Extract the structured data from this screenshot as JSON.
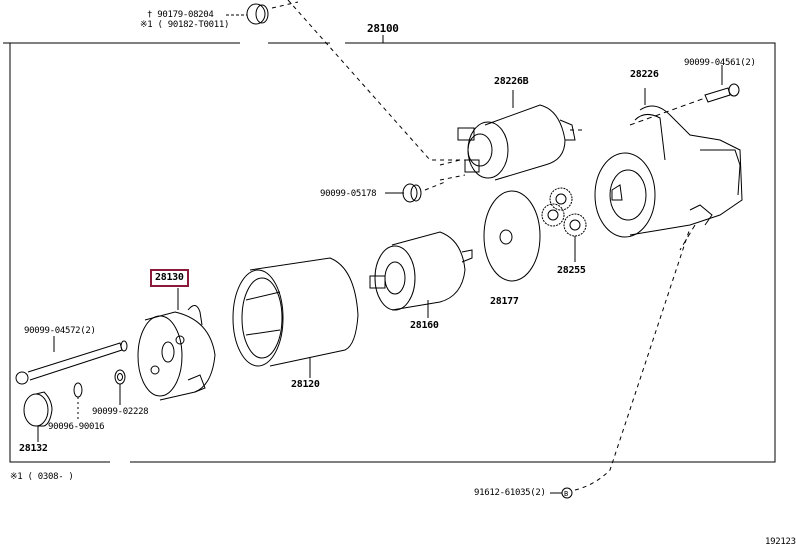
{
  "diagram": {
    "type": "exploded-parts-diagram",
    "subject": "Starter assembly",
    "highlight_color": "#8b1a3a",
    "line_color": "#000000",
    "figure_id": "192123",
    "footnote": "※1 ( 0308-        )",
    "parts": {
      "p90179": {
        "label": "† 90179-08204",
        "alt": "※1 ( 90182-T0011)"
      },
      "p28100": {
        "label": "28100"
      },
      "p90099_04561": {
        "label": "90099-04561(2)"
      },
      "p28226B": {
        "label": "28226B"
      },
      "p28226": {
        "label": "28226"
      },
      "p90099_05178": {
        "label": "90099-05178"
      },
      "p28255": {
        "label": "28255"
      },
      "p28177": {
        "label": "28177"
      },
      "p28160": {
        "label": "28160"
      },
      "p28130": {
        "label": "28130",
        "highlighted": true
      },
      "p28120": {
        "label": "28120"
      },
      "p90099_04572": {
        "label": "90099-04572(2)"
      },
      "p90099_02228": {
        "label": "90099-02228"
      },
      "p90096_90016": {
        "label": "90096-90016"
      },
      "p28132": {
        "label": "28132"
      },
      "p91612_61035": {
        "label": "91612-61035(2)",
        "callout": "B"
      }
    }
  }
}
